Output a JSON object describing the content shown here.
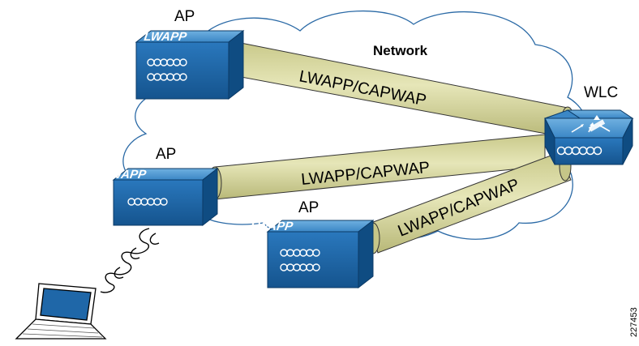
{
  "network_label": "Network",
  "ap_nodes": [
    {
      "label": "AP",
      "brand": "LWAPP"
    },
    {
      "label": "AP",
      "brand": "LWAPP"
    },
    {
      "label": "AP",
      "brand": "LWAPP"
    }
  ],
  "controller": {
    "label": "WLC"
  },
  "tunnels": [
    {
      "label": "LWAPP/CAPWAP"
    },
    {
      "label": "LWAPP/CAPWAP"
    },
    {
      "label": "LWAPP/CAPWAP"
    }
  ],
  "figure_id": "227453",
  "colors": {
    "device_blue": "#1f67a8",
    "device_top": "#4a95cf",
    "device_side": "#0f4c82",
    "tunnel_fill": "#d9d9a0",
    "cloud_stroke": "#2b6aa6"
  },
  "icons": [
    "access-point-icon",
    "wireless-controller-icon",
    "laptop-icon",
    "wireless-signal-icon",
    "cloud-icon"
  ]
}
